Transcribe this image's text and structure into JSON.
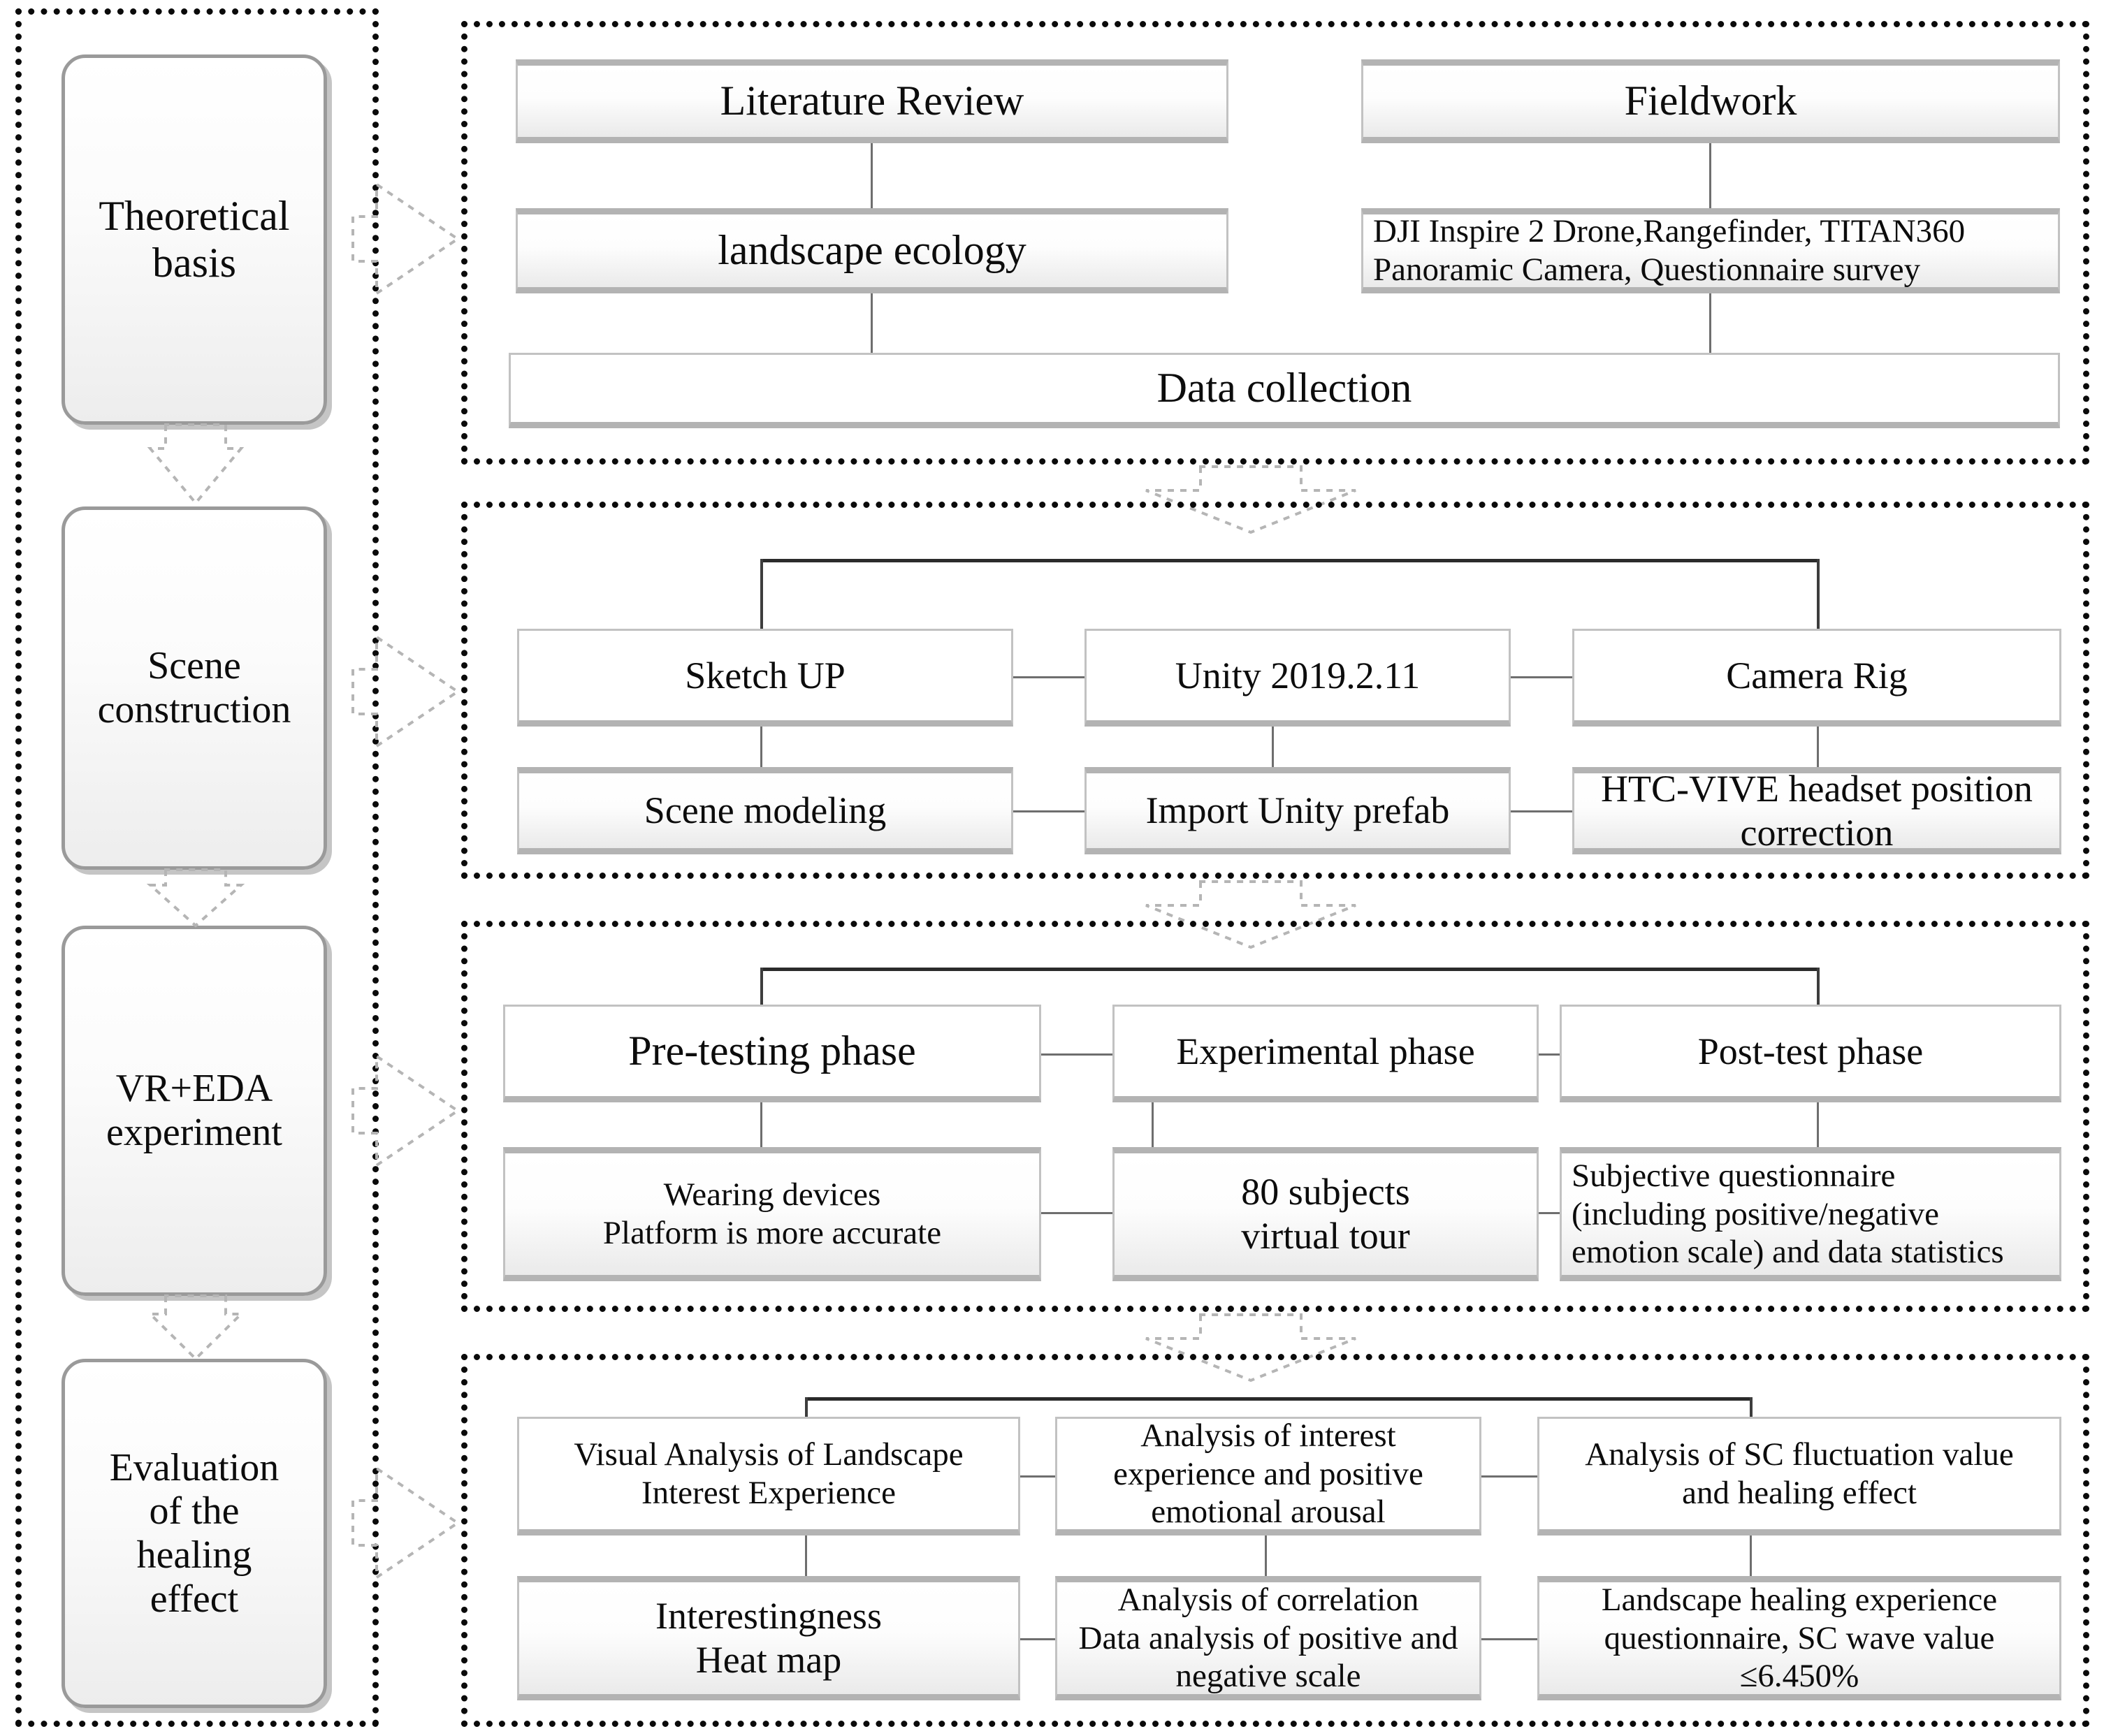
{
  "diagram": {
    "title": "Research framework flowchart",
    "stages": [
      {
        "id": "stage-theoretical-basis",
        "label": "Theoretical\nbasis"
      },
      {
        "id": "stage-scene-construction",
        "label": "Scene\nconstruction"
      },
      {
        "id": "stage-vr-eda-experiment",
        "label": "VR+EDA\nexperiment"
      },
      {
        "id": "stage-evaluation",
        "label": "Evaluation\nof the\nhealing\neffect"
      }
    ],
    "panels": [
      {
        "id": "panel-theoretical-basis",
        "nodes": {
          "literature_review": "Literature Review",
          "fieldwork": "Fieldwork",
          "landscape_ecology": "landscape ecology",
          "equipment": "DJI Inspire 2 Drone,Rangefinder, TITAN360\nPanoramic Camera, Questionnaire survey",
          "data_collection": "Data collection"
        }
      },
      {
        "id": "panel-scene-construction",
        "nodes": {
          "sketch_up": "Sketch UP",
          "unity": "Unity 2019.2.11",
          "camera_rig": "Camera Rig",
          "scene_modeling": "Scene modeling",
          "import_prefab": "Import Unity prefab",
          "htc_vive": "HTC-VIVE headset position\ncorrection"
        }
      },
      {
        "id": "panel-vr-eda-experiment",
        "nodes": {
          "pre_testing": "Pre-testing phase",
          "experimental": "Experimental phase",
          "post_test": "Post-test phase",
          "wearing_devices": "Wearing devices\nPlatform is more accurate",
          "subjects": "80 subjects\nvirtual tour",
          "subjective_questionnaire": "Subjective questionnaire\n(including positive/negative\nemotion scale) and data statistics"
        }
      },
      {
        "id": "panel-evaluation",
        "nodes": {
          "visual_analysis": "Visual Analysis of Landscape\nInterest Experience",
          "interest_positive": "Analysis of interest\nexperience and positive\nemotional arousal",
          "sc_fluctuation": "Analysis of SC fluctuation value\nand healing effect",
          "interestingness_heatmap": "Interestingness\nHeat map",
          "correlation": "Analysis of correlation\nData analysis of positive and\nnegative scale",
          "healing_questionnaire": "Landscape healing experience\nquestionnaire, SC wave value\n≤6.450%"
        }
      }
    ],
    "colors": {
      "node_border": "#b3b3b3",
      "dotted_border": "#0a0a0a",
      "connector": "#6e6e6e",
      "arrow": "#b5b5b5",
      "text": "#0c0c0c"
    }
  }
}
